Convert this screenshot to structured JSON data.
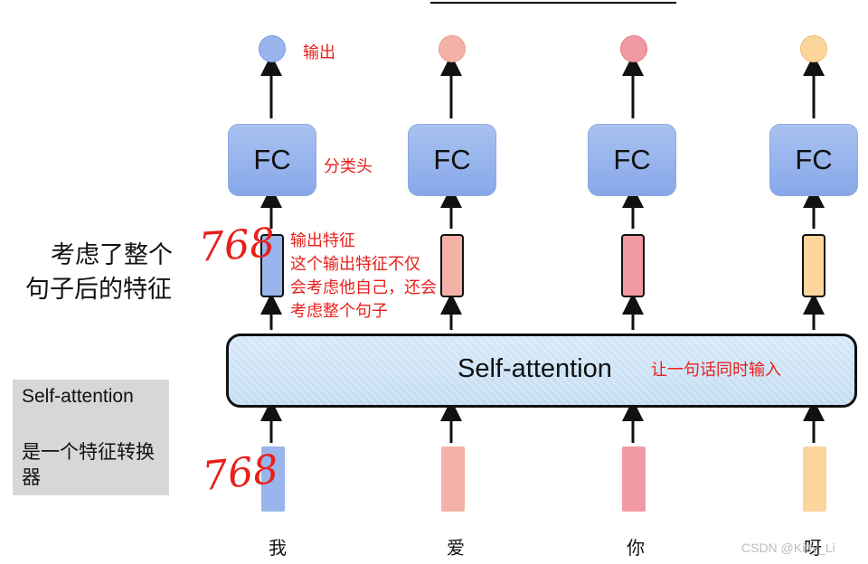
{
  "columns": [
    {
      "token": "我",
      "fc_label": "FC",
      "dot_color": "#9ab5ec",
      "dot_border": "#7c9be0",
      "feat_color": "#9ab5ec",
      "input_color": "#9ab5ec"
    },
    {
      "token": "爱",
      "fc_label": "FC",
      "dot_color": "#f3b2a5",
      "dot_border": "#e69c8e",
      "feat_color": "#f3b2a5",
      "input_color": "#f3b2a5"
    },
    {
      "token": "你",
      "fc_label": "FC",
      "dot_color": "#f29aa4",
      "dot_border": "#e07a86",
      "feat_color": "#f29aa4",
      "input_color": "#f29aa4"
    },
    {
      "token": "呀",
      "fc_label": "FC",
      "dot_color": "#fbd59c",
      "dot_border": "#eebd77",
      "feat_color": "#fbd59c",
      "input_color": "#fbd59c"
    }
  ],
  "self_attention_label": "Self-attention",
  "annotations": {
    "output": "输出",
    "classifier_head": "分类头",
    "feature_note": [
      "输出特征",
      "这个输出特征不仅",
      "会考虑他自己，还会",
      "考虑整个句子"
    ],
    "input_note": "让一句话同时输入",
    "left_feature_text": [
      "考虑了整个",
      "句子后的特征"
    ],
    "dim_top": "768",
    "dim_bottom": "768"
  },
  "side_box": {
    "title": "Self-attention",
    "desc": "是一个特征转换器"
  },
  "watermark": "CSDN @Kitty_Li"
}
